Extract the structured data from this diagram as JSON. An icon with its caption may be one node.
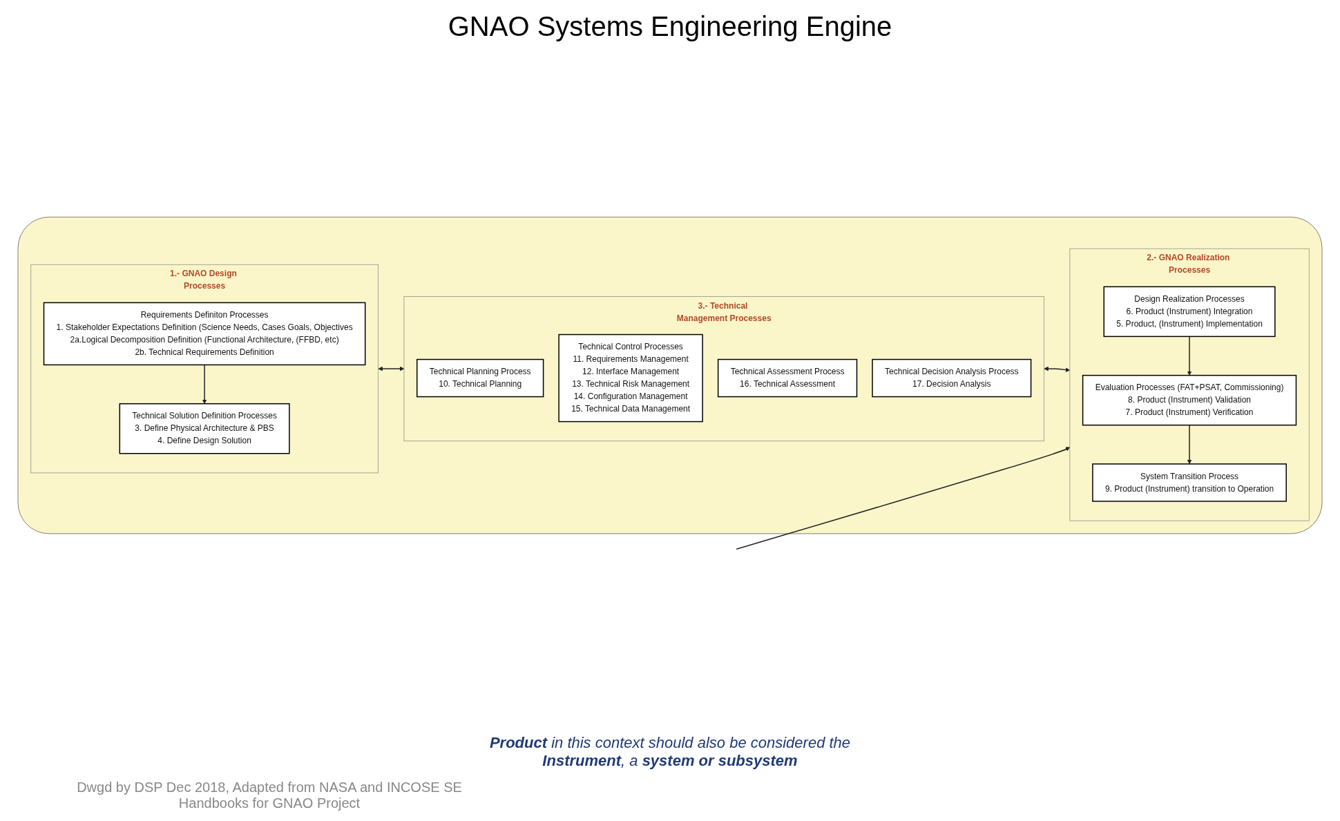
{
  "diagram": {
    "title": "GNAO Systems Engineering Engine",
    "caption": "**Product** in this context should also be considered the **Instrument**, a **system or subsystem**",
    "nodes": [
      {
        "text": [],
        "shape": "box"
      },
      {
        "text": [
          "1.- GNAO Design Processes"
        ],
        "in": 0
      },
      {
        "text": [
          "Requirements Definiton Processes",
          "1. Stakeholder Expectations Definition (Science Needs, Cases Goals, Objectives",
          "2a.Logical Decomposition Definition (Functional Architecture, (FFBD, etc)",
          "2b. Technical Requirements Definition"
        ],
        "in": 1
      },
      {
        "text": [
          "Technical Solution Definition Processes",
          "3. Define Physical Architecture & PBS",
          "4. Define Design Solution"
        ],
        "in": 1
      },
      {
        "text": [
          "3.- Technical Management Processes"
        ],
        "in": 0
      },
      {
        "text": [
          "Technical Planning Process",
          "10. Technical Planning"
        ],
        "in": 4
      },
      {
        "text": [
          "Technical Control Processes",
          "11. Requirements Management",
          "12. Interface Management",
          "13. Technical Risk Management",
          "14. Configuration Management",
          "15. Technical Data Management"
        ],
        "in": 4
      },
      {
        "text": [
          "Technical Assessment Process",
          "16. Technical Assessment"
        ],
        "in": 4
      },
      {
        "text": [
          "Technical Decision Analysis Process",
          "17. Decision Analysis"
        ],
        "in": 4
      },
      {
        "text": [
          "2.- GNAO Realization Processes"
        ],
        "in": 0
      },
      {
        "text": [
          "System Transition  Process",
          "9. Product (Instrument) transition to Operation"
        ],
        "in": 9
      },
      {
        "text": [
          "Evaluation Processes (FAT+PSAT, Commissioning)",
          "8. Product (Instrument) Validation",
          "7. Product (Instrument) Verification"
        ],
        "in": 9
      },
      {
        "text": [
          "Design Realization Processes",
          "6. Product (Instrument) Integration",
          "5. Product, (Instrument) Implementation"
        ],
        "in": 9
      }
    ],
    "edges": [
      {
        "from": 2,
        "to": 3,
        "arrow": "to"
      },
      {
        "from": 1,
        "to": 4,
        "arrow": "both"
      },
      {
        "from": 4,
        "to": 9,
        "arrow": "both"
      },
      {
        "from": 12,
        "to": 11,
        "arrow": "to"
      },
      {
        "from": 11,
        "to": 10,
        "arrow": "to"
      },
      {
        "from": null,
        "to": 9,
        "arrow": "to"
      }
    ],
    "labels": [
      "Dwgd by DSP Dec 2018, Adapted from NASA  and INCOSE SE Handbooks for GNAO Project"
    ]
  }
}
